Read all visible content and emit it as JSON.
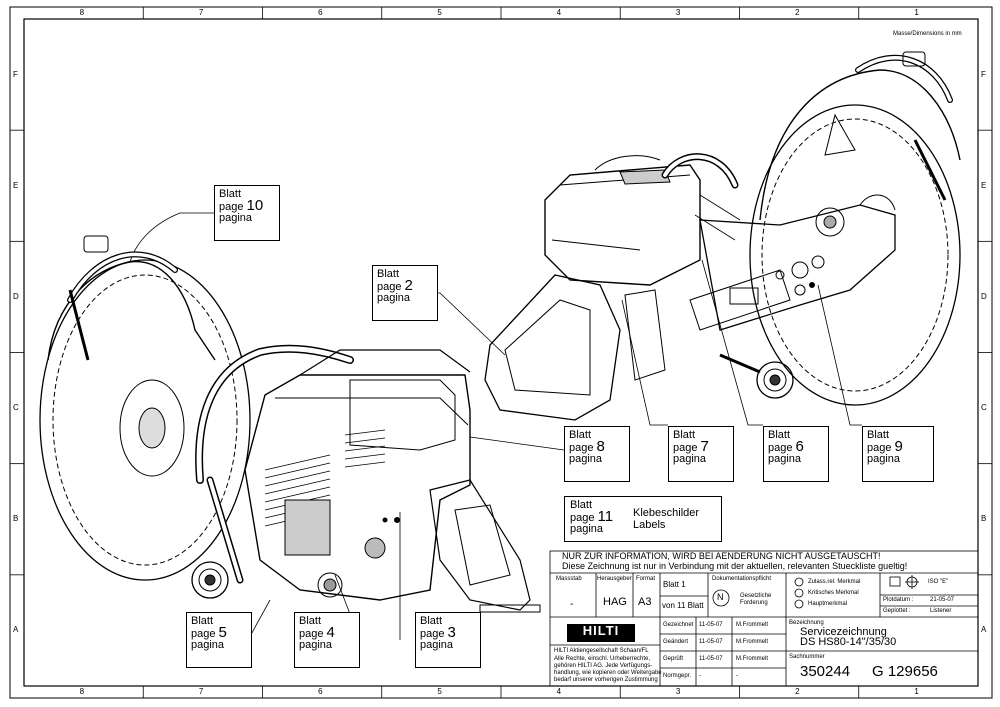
{
  "frame": {
    "columns": [
      "8",
      "7",
      "6",
      "5",
      "4",
      "3",
      "2",
      "1"
    ],
    "rows": [
      "F",
      "E",
      "D",
      "C",
      "B",
      "A"
    ],
    "dimensions_note": "Masse/Dimensions in mm"
  },
  "callouts": [
    {
      "l1": "Blatt",
      "l2": "page",
      "num": "10",
      "l3": "pagina"
    },
    {
      "l1": "Blatt",
      "l2": "page",
      "num": "2",
      "l3": "pagina"
    },
    {
      "l1": "Blatt",
      "l2": "page",
      "num": "8",
      "l3": "pagina"
    },
    {
      "l1": "Blatt",
      "l2": "page",
      "num": "7",
      "l3": "pagina"
    },
    {
      "l1": "Blatt",
      "l2": "page",
      "num": "6",
      "l3": "pagina"
    },
    {
      "l1": "Blatt",
      "l2": "page",
      "num": "9",
      "l3": "pagina"
    },
    {
      "l1": "Blatt",
      "l2": "page",
      "num": "11",
      "l3": "pagina",
      "extra1": "Klebeschilder",
      "extra2": "Labels"
    },
    {
      "l1": "Blatt",
      "l2": "page",
      "num": "5",
      "l3": "pagina"
    },
    {
      "l1": "Blatt",
      "l2": "page",
      "num": "4",
      "l3": "pagina"
    },
    {
      "l1": "Blatt",
      "l2": "page",
      "num": "3",
      "l3": "pagina"
    }
  ],
  "title_block": {
    "notice1": "NUR ZUR INFORMATION, WIRD BEI AENDERUNG NICHT AUSGETAUSCHT!",
    "notice2": "Diese Zeichnung ist nur in Verbindung mit der aktuellen, relevanten Stueckliste gueltig!",
    "massstab_label": "Massstab",
    "massstab_value": "-",
    "herausgeber_label": "Herausgeber",
    "herausgeber_value": "HAG",
    "format_label": "Format",
    "format_value": "A3",
    "blatt": "Blatt  1",
    "von": "von 11 Blatt",
    "doku_label": "Dokumentationspflicht",
    "doku_symbol": "N",
    "doku_value1": "Gesetzliche",
    "doku_value2": "Forderung",
    "zul_label": "Zulass.rel. Merkmal",
    "krit_label": "Kritisches Merkmal",
    "haupt_label": "Hauptmerkmal",
    "iso_label": "ISO \"E\"",
    "plotdatum_label": "Plotdatum :",
    "plotdatum_value": "21-05-07",
    "geplottet_label": "Geplottet :",
    "geplottet_value": "Listener",
    "logo": "HILTI",
    "company": "HILTI Aktiengesellschaft Schaan/FL",
    "rights": [
      "Alle Rechte, einschl. Urheberrechte,",
      "gehören HILTI AG. Jede Verfügungs-",
      "handlung, wie kopieren oder Weitergabe",
      "bedarf unserer vorherigen Zustimmung"
    ],
    "gezeichnet_label": "Gezeichnet",
    "gezeichnet_date": "11-05-07",
    "gezeichnet_name": "M.Frommelt",
    "geaendert_label": "Geändert",
    "geaendert_date": "11-05-07",
    "geaendert_name": "M.Frommelt",
    "geprueft_label": "Geprüft",
    "geprueft_date": "11-05-07",
    "geprueft_name": "M.Frommelt",
    "normgepr_label": "Normgepr.",
    "normgepr_date": "-",
    "normgepr_name": "-",
    "bezeichnung_label": "Bezeichnung",
    "bezeichnung1": "Servicezeichnung",
    "bezeichnung2": "DS HS80-14\"/35/30",
    "sachnummer_label": "Sachnummer",
    "sachnummer": "350244",
    "drawing_no": "G 129656"
  }
}
